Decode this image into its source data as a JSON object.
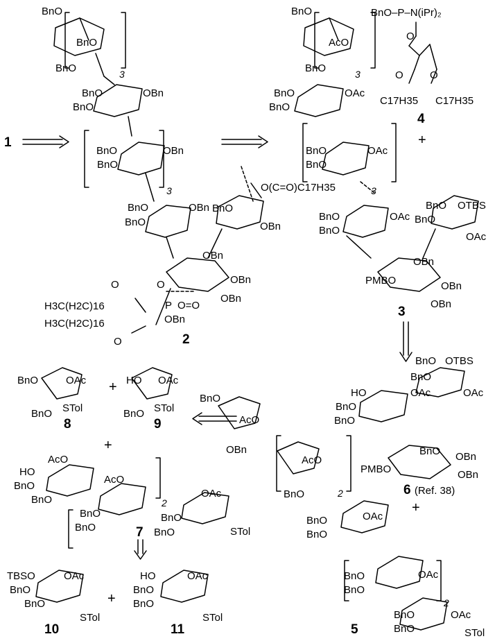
{
  "compounds": {
    "c1": "1",
    "c2": "2",
    "c3": "3",
    "c4": "4",
    "c5": "5",
    "c6": "6",
    "c6_ref": "(Ref. 38)",
    "c7": "7",
    "c8": "8",
    "c9": "9",
    "c10": "10",
    "c11": "11"
  },
  "labels": {
    "BnO": "BnO",
    "OBn": "OBn",
    "OAc": "OAc",
    "AcO": "AcO",
    "HO": "HO",
    "STol": "STol",
    "OTBS": "OTBS",
    "TBSO": "TBSO",
    "PMBO": "PMBO",
    "O": "O",
    "P": "P",
    "OO": "O=O",
    "phosphoramidite_head": "BnO–P–N(iPr)₂",
    "acyl_C17": "C17H35",
    "stearoyl_2": "O(C=O)C17H35",
    "lipid_a": "H3C(H2C)16",
    "repeat_3": "3",
    "repeat_2": "2"
  },
  "plus_sign": "+",
  "colors": {
    "ink": "#000000",
    "background": "#ffffff"
  }
}
